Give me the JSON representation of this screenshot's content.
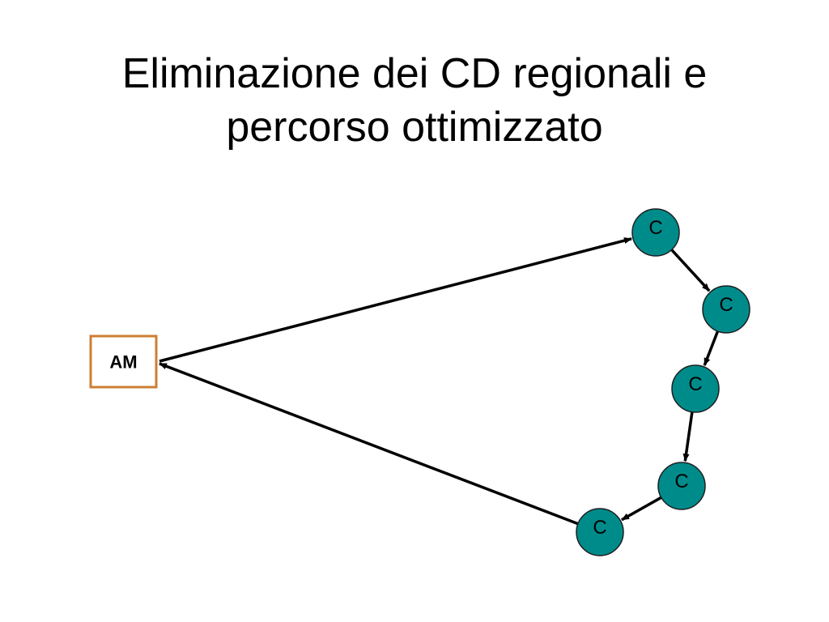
{
  "title": {
    "line1": "Eliminazione dei CD regionali e",
    "line2": "percorso ottimizzato"
  },
  "hub": {
    "label": "AM",
    "border_color": "#cd7f32"
  },
  "nodes": [
    {
      "id": "c1",
      "label": "C"
    },
    {
      "id": "c2",
      "label": "C"
    },
    {
      "id": "c3",
      "label": "C"
    },
    {
      "id": "c4",
      "label": "C"
    },
    {
      "id": "c5",
      "label": "C"
    }
  ],
  "edges": [
    {
      "from": "hub",
      "to": "c1"
    },
    {
      "from": "c1",
      "to": "c2"
    },
    {
      "from": "c2",
      "to": "c3"
    },
    {
      "from": "c3",
      "to": "c4"
    },
    {
      "from": "c4",
      "to": "c5"
    },
    {
      "from": "c5",
      "to": "hub"
    }
  ],
  "colors": {
    "node_fill": "#008b8b",
    "edge": "#000000"
  }
}
